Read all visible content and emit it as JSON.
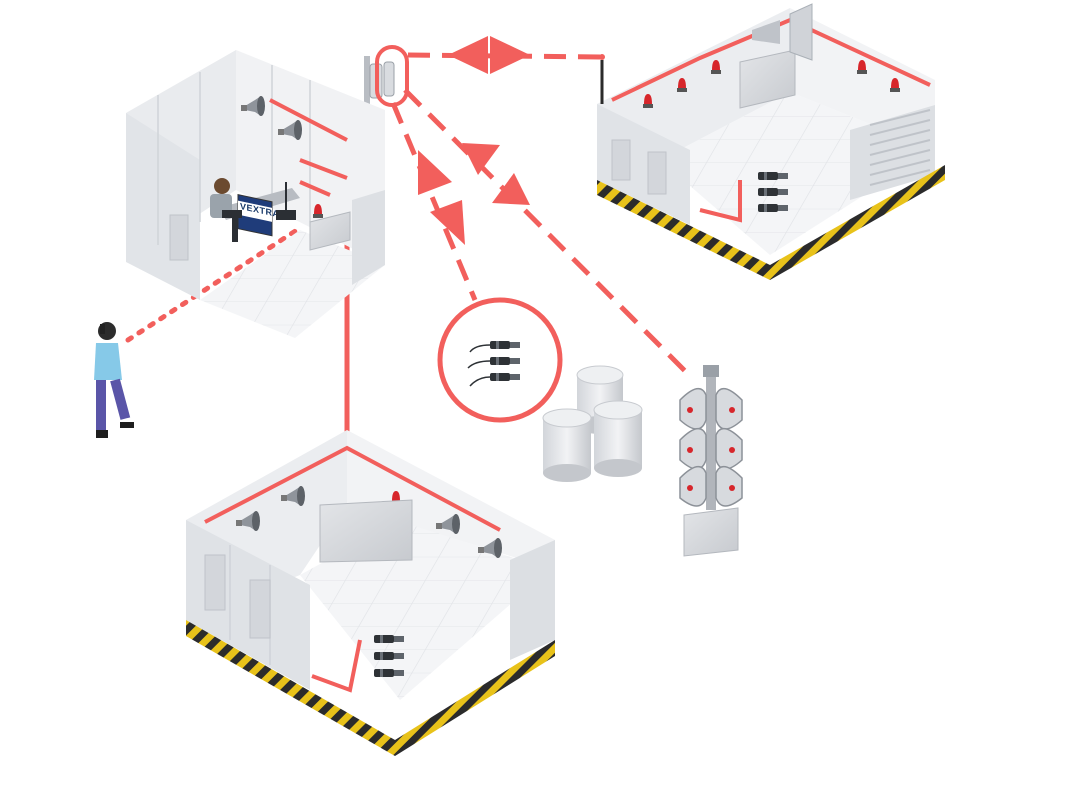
{
  "diagram": {
    "logo": {
      "text": "VEXTRA"
    },
    "colors": {
      "link": "#f25f5c",
      "wall": "#e9ebee",
      "wall_dark": "#d7dadf",
      "floor": "#f4f5f7",
      "tile": "#e2e4e8",
      "hazard_yellow": "#e8c21a",
      "hazard_black": "#2b2b2b",
      "metal": "#c9ccd1",
      "beacon": "#d7262b"
    },
    "nodes": [
      {
        "id": "control-room",
        "label": ""
      },
      {
        "id": "remote-room-top-right",
        "label": ""
      },
      {
        "id": "remote-room-bottom",
        "label": ""
      },
      {
        "id": "outdoor-horn-tower",
        "label": ""
      },
      {
        "id": "wireless-antenna",
        "label": ""
      },
      {
        "id": "sensor-group-callout",
        "label": ""
      },
      {
        "id": "storage-drums",
        "label": ""
      },
      {
        "id": "mobile-phone-user",
        "label": ""
      }
    ],
    "links": [
      {
        "from": "wireless-antenna",
        "to": "remote-room-top-right",
        "style": "wireless"
      },
      {
        "from": "wireless-antenna",
        "to": "sensor-group-callout",
        "style": "wireless"
      },
      {
        "from": "wireless-antenna",
        "to": "outdoor-horn-tower",
        "style": "wireless"
      },
      {
        "from": "control-room",
        "to": "remote-room-bottom",
        "style": "wired"
      },
      {
        "from": "mobile-phone-user",
        "to": "control-room",
        "style": "dotted"
      }
    ]
  }
}
